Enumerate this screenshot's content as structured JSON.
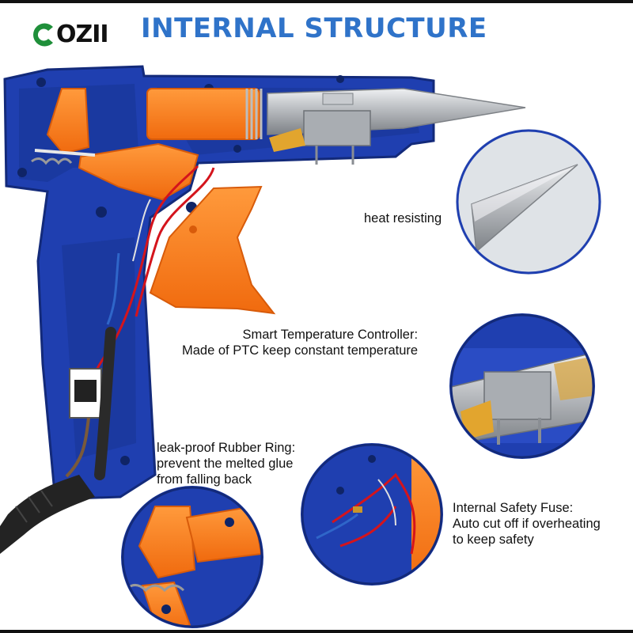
{
  "brand": {
    "logo_text": "OZII",
    "mark_color": "#1f8f3a"
  },
  "title": {
    "text": "INTERNAL STRUCTURE",
    "color": "#2f73c9"
  },
  "colors": {
    "housing_blue": "#1f3fb0",
    "housing_dark": "#132a7a",
    "plastic_orange": "#ff7a1a",
    "metal_silver": "#b9bcc0",
    "wire_red": "#d4141c",
    "cord_black": "#222222",
    "text": "#111111"
  },
  "callouts": [
    {
      "id": "heat",
      "lines": [
        "heat resisting"
      ]
    },
    {
      "id": "temp",
      "lines": [
        "Smart Temperature Controller:",
        "Made of PTC keep constant temperature"
      ]
    },
    {
      "id": "ring",
      "lines": [
        "leak-proof Rubber Ring:",
        "prevent the melted glue",
        "from falling back"
      ]
    },
    {
      "id": "fuse",
      "lines": [
        "Internal Safety Fuse:",
        "Auto cut off if overheating",
        "to keep safety"
      ]
    }
  ],
  "icons": [
    "brand-logo-icon",
    "glue-gun-illustration",
    "nozzle-zoom",
    "ptc-zoom",
    "rubber-ring-zoom",
    "fuse-zoom"
  ]
}
